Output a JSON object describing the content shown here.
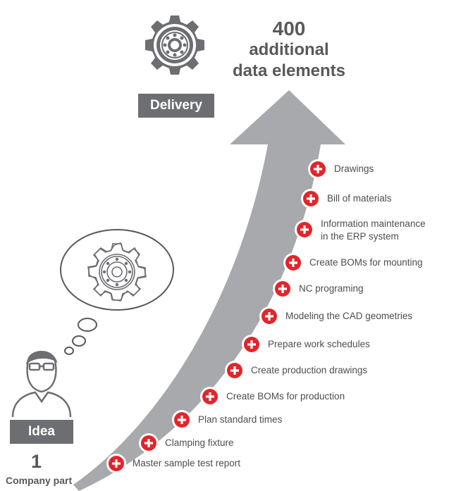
{
  "delivery": {
    "label": "Delivery",
    "count": "400",
    "count_text_line1": "additional",
    "count_text_line2": "data elements"
  },
  "idea": {
    "label": "Idea",
    "count": "1",
    "count_label": "Company part"
  },
  "steps": [
    {
      "label": "Drawings"
    },
    {
      "label": "Bill of  materials"
    },
    {
      "label": "Information maintenance",
      "label2": "in the ERP system"
    },
    {
      "label": "Create BOMs for mounting"
    },
    {
      "label": "NC programing"
    },
    {
      "label": "Modeling the CAD geometries"
    },
    {
      "label": "Prepare work schedules"
    },
    {
      "label": "Create production drawings"
    },
    {
      "label": "Create BOMs for production"
    },
    {
      "label": "Plan standard times"
    },
    {
      "label": "Clamping fixture"
    },
    {
      "label": "Master sample test report"
    }
  ],
  "colors": {
    "arrow": "#a7a9ac",
    "tag": "#6d6e71",
    "text": "#58595b",
    "plus_red": "#e3242b"
  }
}
